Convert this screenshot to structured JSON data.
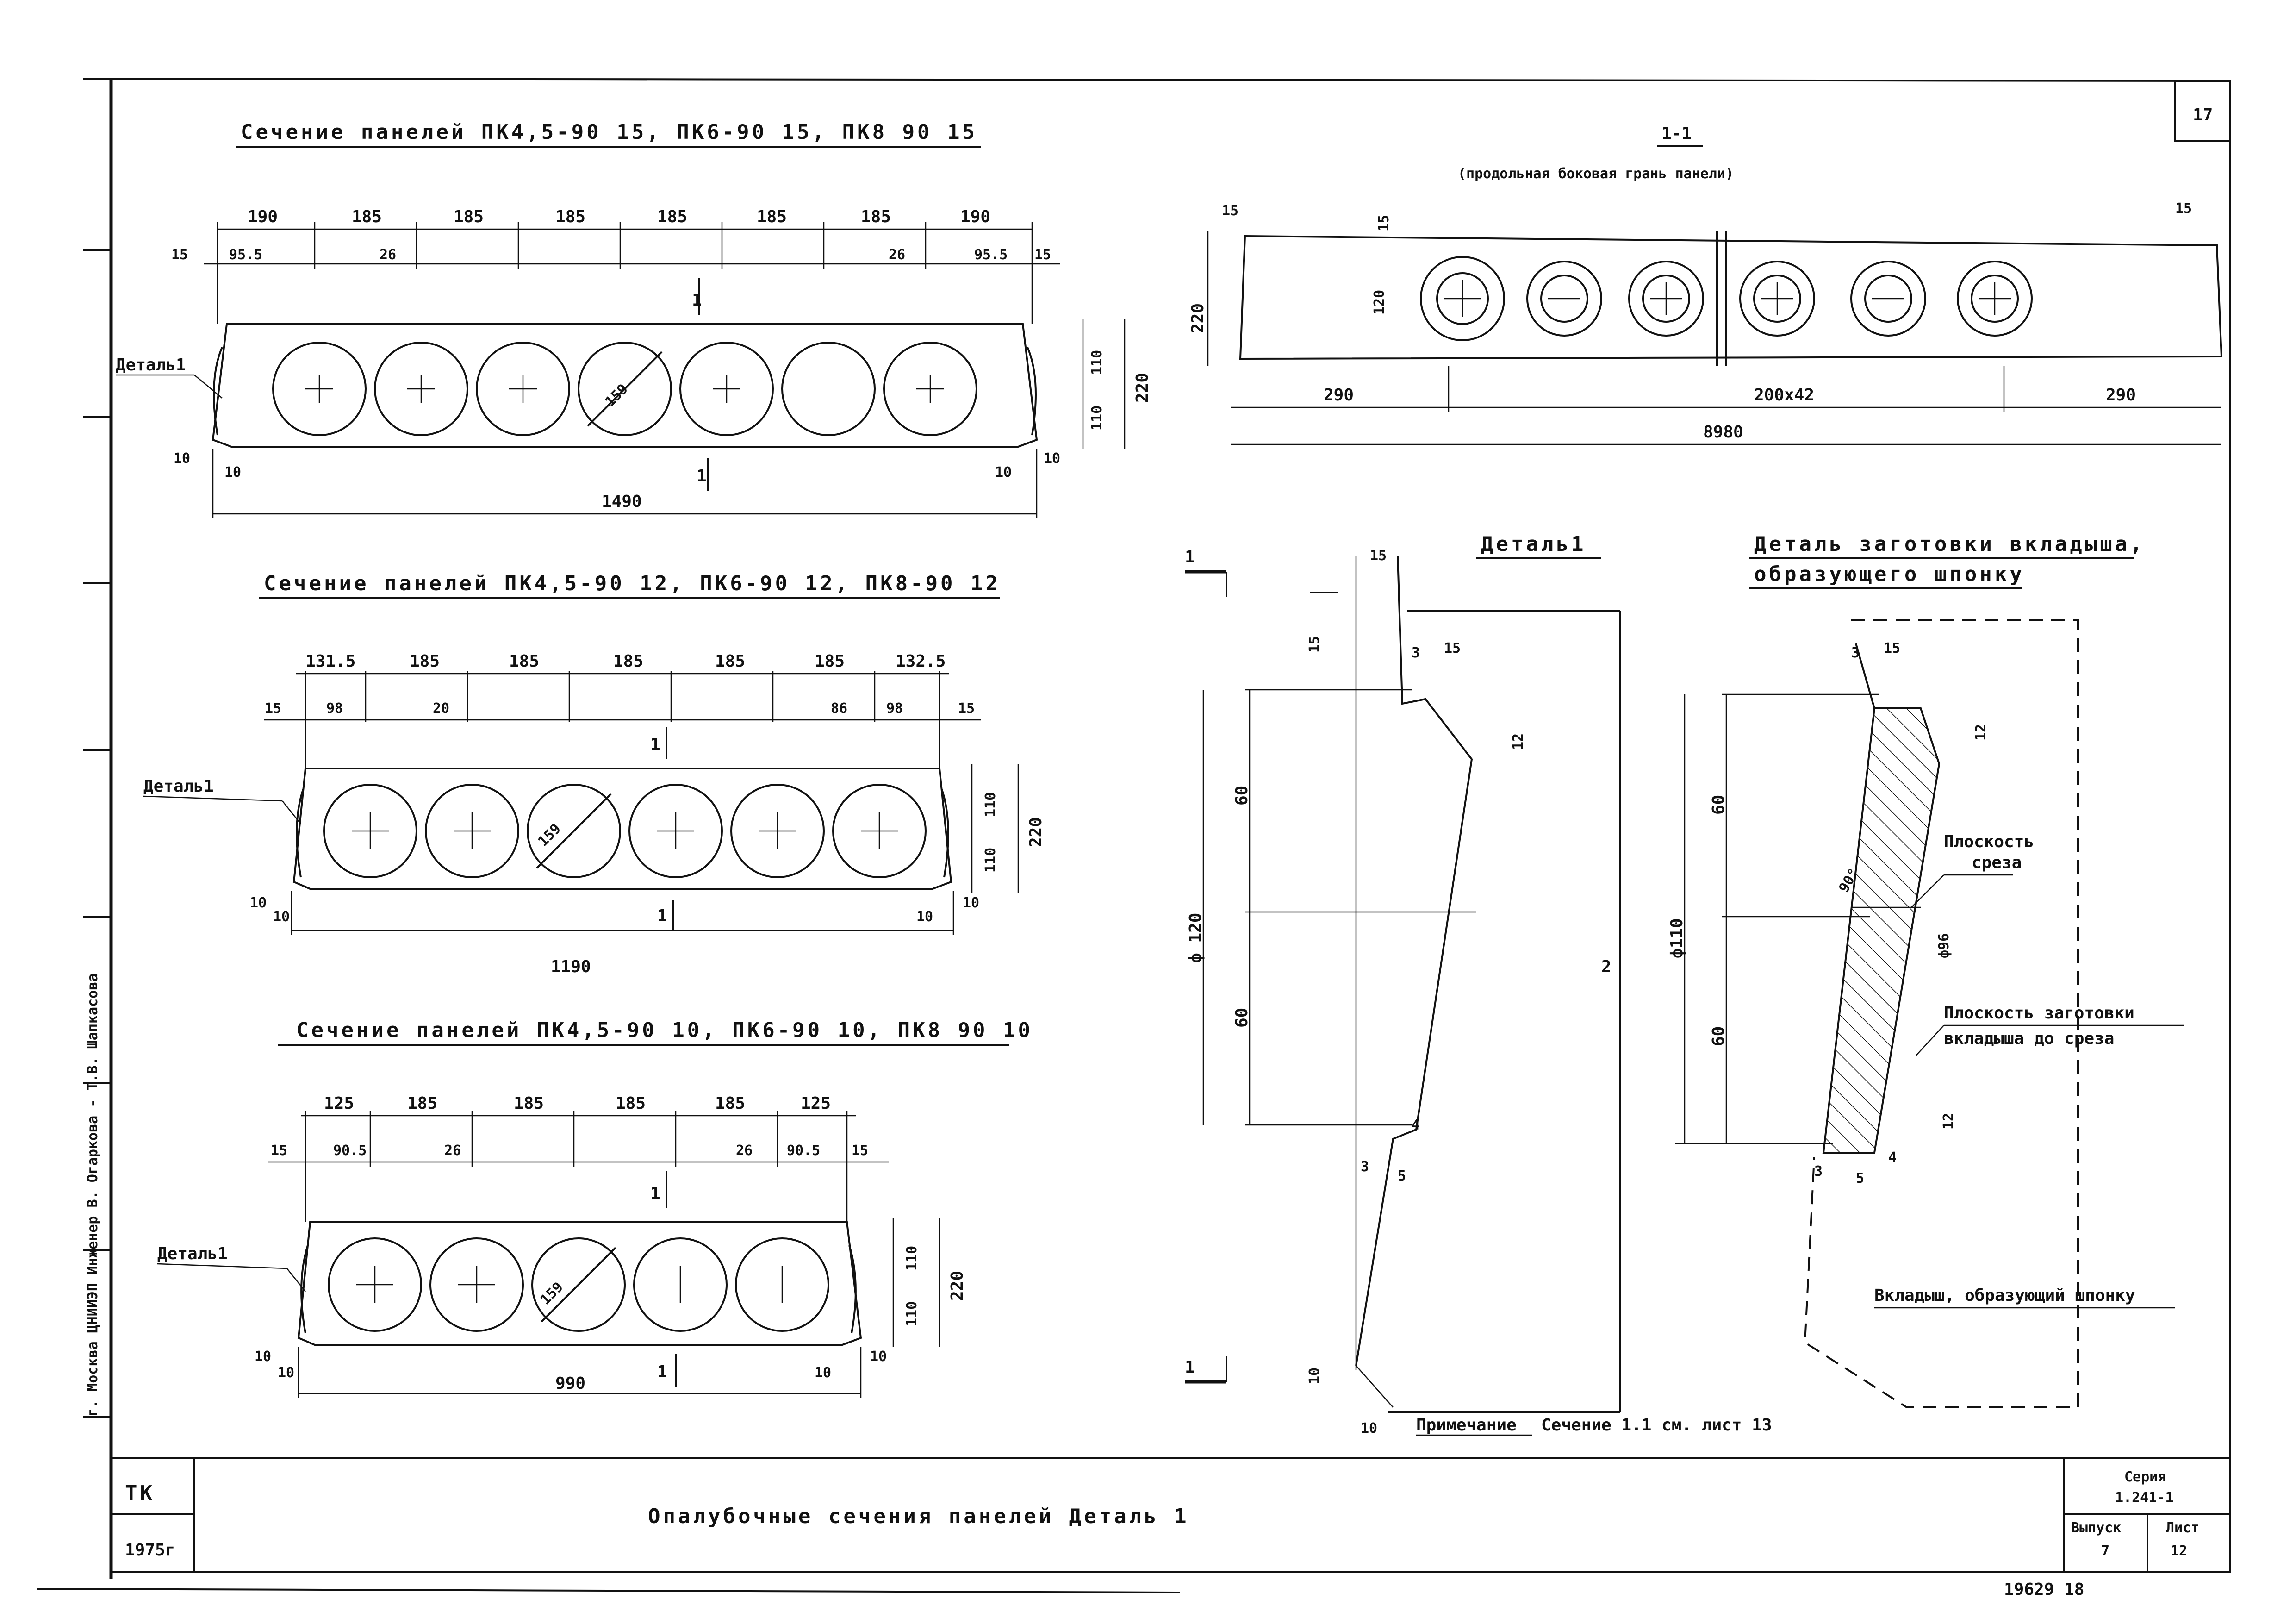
{
  "sheet_number": "17",
  "sections": {
    "s15": {
      "title": "Сечение панелей ПК4,5-90 15, ПК6-90 15, ПК8 90 15",
      "top_dims": [
        "190",
        "185",
        "185",
        "185",
        "185",
        "185",
        "185",
        "190"
      ],
      "sub_dims": [
        "15",
        "95.5",
        "26",
        "26",
        "95.5",
        "15"
      ],
      "detail_label": "Деталь1",
      "width": "1490",
      "height_dims": [
        "110",
        "110",
        "220"
      ],
      "bottom_dims": [
        "10",
        "10",
        "10",
        "10"
      ],
      "hole_diameter": "159",
      "section_mark": "1"
    },
    "s12": {
      "title": "Сечение панелей ПК4,5-90 12, ПК6-90 12, ПК8-90 12",
      "top_dims": [
        "131.5",
        "185",
        "185",
        "185",
        "185",
        "185",
        "132.5"
      ],
      "sub_dims": [
        "15",
        "98",
        "20",
        "86",
        "98",
        "15"
      ],
      "detail_label": "Деталь1",
      "width": "1190",
      "height_dims": [
        "110",
        "110",
        "220"
      ],
      "bottom_dims": [
        "10",
        "10",
        "10",
        "10"
      ],
      "hole_diameter": "159",
      "section_mark": "1"
    },
    "s10": {
      "title": "Сечение панелей ПК4,5-90 10, ПК6-90 10, ПК8 90 10",
      "top_dims": [
        "125",
        "185",
        "185",
        "185",
        "185",
        "125"
      ],
      "sub_dims": [
        "15",
        "90.5",
        "26",
        "26",
        "90.5",
        "15"
      ],
      "detail_label": "Деталь1",
      "width": "990",
      "height_dims": [
        "110",
        "110",
        "220"
      ],
      "bottom_dims": [
        "10",
        "10",
        "10",
        "10"
      ],
      "hole_diameter": "159",
      "section_mark": "1"
    }
  },
  "long_section": {
    "title": "1-1",
    "subtitle": "(продольная боковая грань панели)",
    "dims": [
      "15",
      "15",
      "15",
      "120",
      "220",
      "290",
      "200x42",
      "290",
      "8980"
    ]
  },
  "detail1": {
    "title": "Деталь1",
    "dims": [
      "15",
      "15",
      "3",
      "15",
      "12",
      "60",
      "60",
      "ф 120",
      "4",
      "3",
      "5",
      "10",
      "10"
    ],
    "marks": [
      "1",
      "1",
      "2"
    ]
  },
  "insert_detail": {
    "title_line1": "Деталь заготовки вкладыша,",
    "title_line2": "образующего шпонку",
    "dims": [
      "3",
      "15",
      "60",
      "60",
      "ф110",
      "12",
      "90°",
      "ф96",
      "12",
      "3",
      "5",
      "4"
    ],
    "label_cut": [
      "Плоскость",
      "среза"
    ],
    "label_blank": [
      "Плоскость заготовки",
      "вкладыша до среза"
    ],
    "label_insert": "Вкладыш, образующий шпонку"
  },
  "note": {
    "label": "Примечание",
    "text": "Сечение 1.1 см. лист 13"
  },
  "stamp": {
    "org_top": "ТК",
    "org_bottom": "1975г",
    "drawing_title": "Опалубочные сечения панелей  Деталь 1",
    "series_label": "Серия",
    "series_value": "1.241-1",
    "issue_label": "Выпуск",
    "issue_value": "7",
    "sheet_label": "Лист",
    "sheet_value": "12"
  },
  "margin_text": "г. Москва   ЦНИИЭП   Инженер  В. Огаркова - Т.В. Шапкасова",
  "bottom_number": "19629  18"
}
